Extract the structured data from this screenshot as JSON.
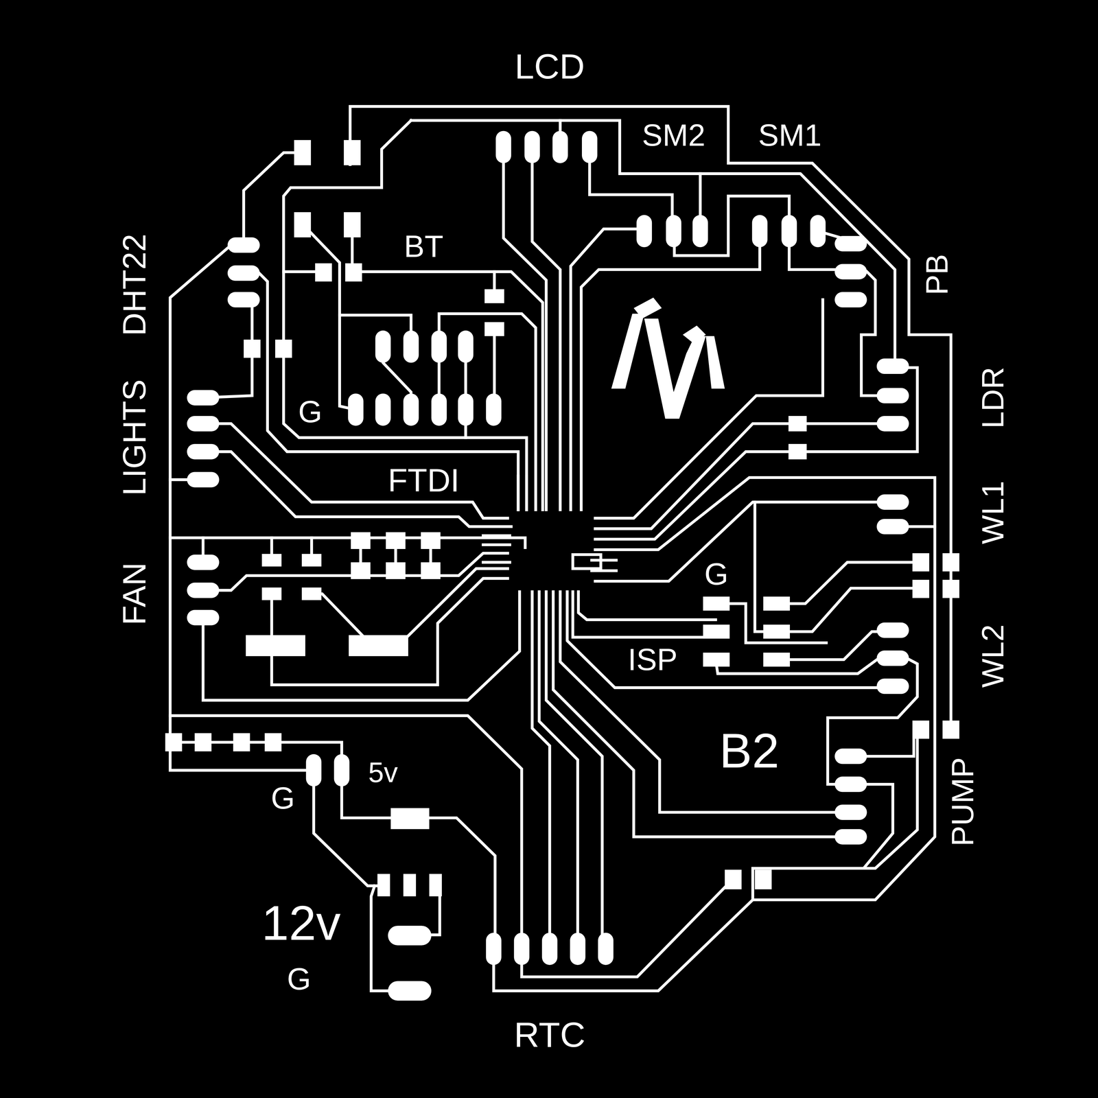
{
  "diagram": {
    "labels": [
      "LCD",
      "SM2",
      "SM1",
      "BT",
      "PB",
      "DHT22",
      "LIGHTS",
      "LDR",
      "G",
      "FTDI",
      "FAN",
      "WL1",
      "G",
      "ISP",
      "WL2",
      "B2",
      "5v",
      "G",
      "PUMP",
      "12v",
      "G",
      "RTC"
    ]
  }
}
